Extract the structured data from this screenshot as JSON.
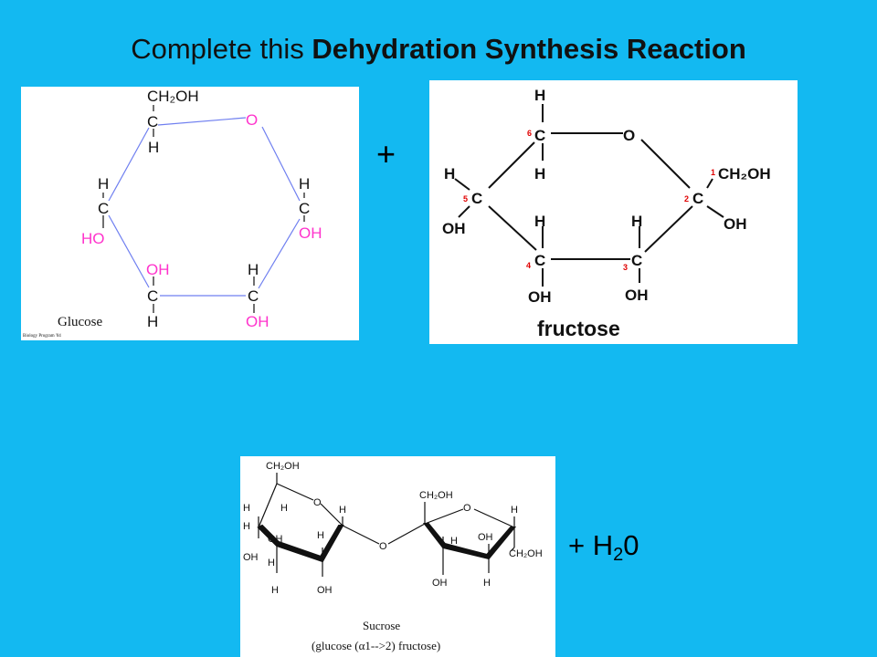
{
  "title": {
    "prefix": "Complete this ",
    "bold": "Dehydration Synthesis Reaction"
  },
  "plus": "+",
  "product_suffix": {
    "plus": "+ ",
    "h": "H",
    "sub": "2",
    "zero": "0"
  },
  "glucose": {
    "name": "Glucose",
    "credit": "Biology Program '04",
    "ch2oh": "CH₂OH",
    "c": "C",
    "h": "H",
    "o": "O",
    "oh": "OH",
    "ho": "HO"
  },
  "fructose": {
    "name": "fructose",
    "ch2oh": "CH₂OH",
    "c": "C",
    "h": "H",
    "o": "O",
    "oh": "OH",
    "numbers": [
      "1",
      "2",
      "3",
      "4",
      "5",
      "6"
    ]
  },
  "sucrose": {
    "name": "Sucrose",
    "subtitle": "(glucose (α1-->2) fructose)",
    "ch2oh": "CH₂OH",
    "h": "H",
    "o": "O",
    "oh": "OH"
  },
  "colors": {
    "background": "#13b9f1",
    "glucose_bond": "#6f7ff0",
    "glucose_hydroxyl": "#ff33cc",
    "fructose_number": "#e00000"
  }
}
